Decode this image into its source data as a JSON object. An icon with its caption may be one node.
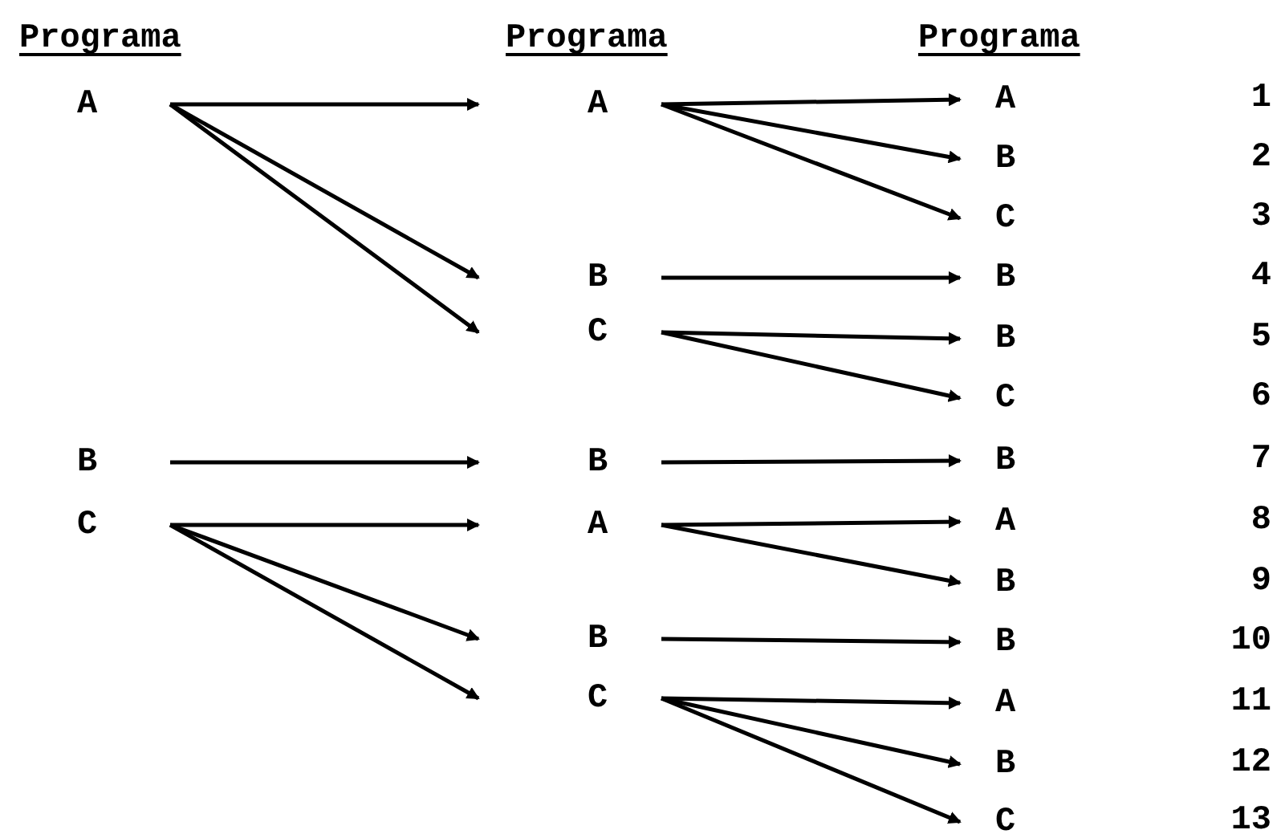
{
  "diagram": {
    "nodes": [
      {
        "text": [
          "A"
        ]
      },
      {
        "text": [
          "B"
        ]
      },
      {
        "text": [
          "C"
        ]
      },
      {
        "text": [
          "A"
        ]
      },
      {
        "text": [
          "B"
        ]
      },
      {
        "text": [
          "C"
        ]
      },
      {
        "text": [
          "B"
        ]
      },
      {
        "text": [
          "A"
        ]
      },
      {
        "text": [
          "B"
        ]
      },
      {
        "text": [
          "C"
        ]
      },
      {
        "text": [
          "A"
        ]
      },
      {
        "text": [
          "B"
        ]
      },
      {
        "text": [
          "C"
        ]
      },
      {
        "text": [
          "B"
        ]
      },
      {
        "text": [
          "B"
        ]
      },
      {
        "text": [
          "C"
        ]
      },
      {
        "text": [
          "B"
        ]
      },
      {
        "text": [
          "A"
        ]
      },
      {
        "text": [
          "B"
        ]
      },
      {
        "text": [
          "B"
        ]
      },
      {
        "text": [
          "A"
        ]
      },
      {
        "text": [
          "B"
        ]
      },
      {
        "text": [
          "C"
        ]
      }
    ],
    "edges": [
      {
        "from": 0,
        "to": 3,
        "arrow": "to"
      },
      {
        "from": 0,
        "to": 4,
        "arrow": "to"
      },
      {
        "from": 0,
        "to": 5,
        "arrow": "to"
      },
      {
        "from": 1,
        "to": 6,
        "arrow": "to"
      },
      {
        "from": 2,
        "to": 7,
        "arrow": "to"
      },
      {
        "from": 2,
        "to": 8,
        "arrow": "to"
      },
      {
        "from": 2,
        "to": 9,
        "arrow": "to"
      },
      {
        "from": 3,
        "to": 10,
        "arrow": "to"
      },
      {
        "from": 3,
        "to": 11,
        "arrow": "to"
      },
      {
        "from": 3,
        "to": 12,
        "arrow": "to"
      },
      {
        "from": 4,
        "to": 13,
        "arrow": "to"
      },
      {
        "from": 5,
        "to": 14,
        "arrow": "to"
      },
      {
        "from": 5,
        "to": 15,
        "arrow": "to"
      },
      {
        "from": 6,
        "to": 16,
        "arrow": "to"
      },
      {
        "from": 7,
        "to": 17,
        "arrow": "to"
      },
      {
        "from": 7,
        "to": 18,
        "arrow": "to"
      },
      {
        "from": 8,
        "to": 19,
        "arrow": "to"
      },
      {
        "from": 9,
        "to": 20,
        "arrow": "to"
      },
      {
        "from": 9,
        "to": 21,
        "arrow": "to"
      },
      {
        "from": 9,
        "to": 22,
        "arrow": "to"
      }
    ],
    "labels": [
      "Programa",
      "Programa",
      "Programa",
      "1",
      "2",
      "3",
      "4",
      "5",
      "6",
      "7",
      "8",
      "9",
      "10",
      "11",
      "12",
      "13"
    ]
  }
}
